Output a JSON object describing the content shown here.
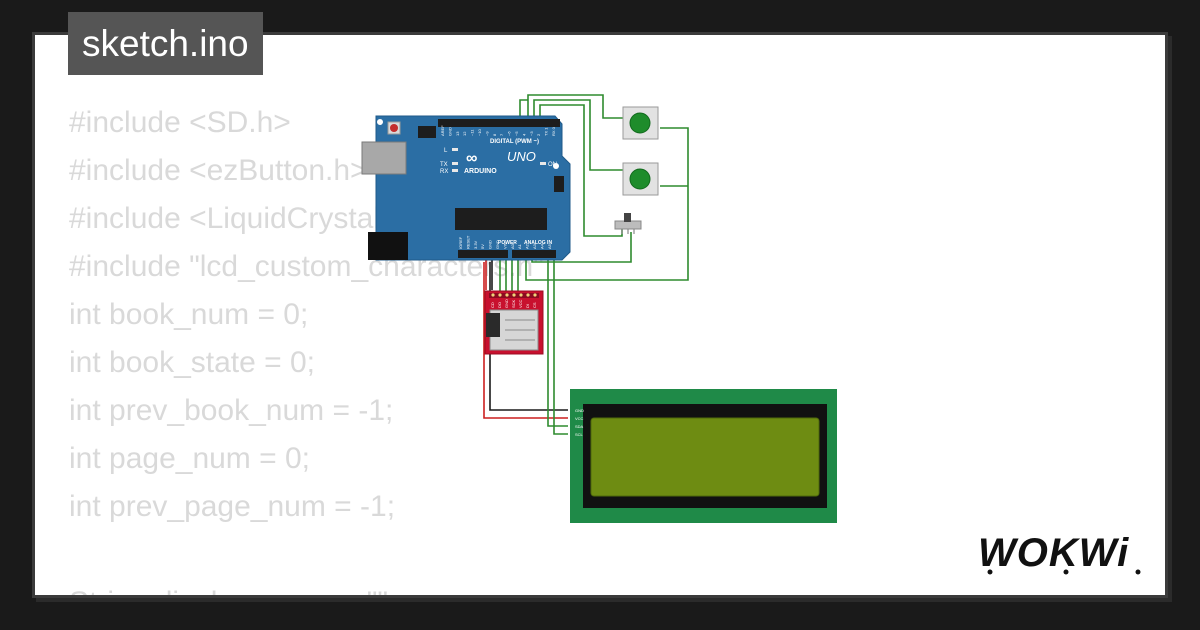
{
  "title": "sketch.ino",
  "code_lines": [
    "#include <SD.h>",
    "#include <ezButton.h>",
    "#include <LiquidCrystal_I2C.h>",
    "#include \"lcd_custom_characters.h\"",
    "int book_num = 0;",
    "int book_state = 0;",
    "int prev_book_num = -1;",
    "int page_num = 0;",
    "int prev_page_num = -1;",
    "",
    "String display_page = \"\";"
  ],
  "arduino": {
    "brand": "ARDUINO",
    "model": "UNO",
    "digital_label": "DIGITAL (PWM ~)",
    "power_label": "POWER",
    "analog_label": "ANALOG IN",
    "on_label": "ON",
    "tx_label": "TX",
    "rx_label": "RX",
    "l_label": "L",
    "top_pins": [
      "AREF",
      "GND",
      "13",
      "12",
      "~11",
      "~10",
      "~9",
      "8",
      "7",
      "~6",
      "~5",
      "4",
      "~3",
      "2",
      "TX 1",
      "RX 0"
    ],
    "bottom_pins": [
      "IOREF",
      "RESET",
      "3.3V",
      "5V",
      "GND",
      "GND",
      "VIN",
      "A0",
      "A1",
      "A2",
      "A3",
      "A4",
      "A5"
    ]
  },
  "sd_module": {
    "pins": [
      "CD",
      "DO",
      "GND",
      "SCK",
      "VCC",
      "DI",
      "CS"
    ]
  },
  "lcd": {
    "pins": [
      "GND",
      "VCC",
      "SDA",
      "SCL"
    ]
  },
  "logo_text": "WOKWi",
  "colors": {
    "background": "#1a1a1a",
    "card": "#ffffff",
    "code_text": "#d9d9d9",
    "title_bg": "#555555",
    "board_blue": "#2b6ea4",
    "button_green": "#1e8c2b",
    "wire_green": "#2e8b2e",
    "wire_red": "#cc1f1f",
    "lcd_frame": "#1f8a48",
    "lcd_screen": "#6e8c12",
    "sd_red": "#c8102e"
  }
}
